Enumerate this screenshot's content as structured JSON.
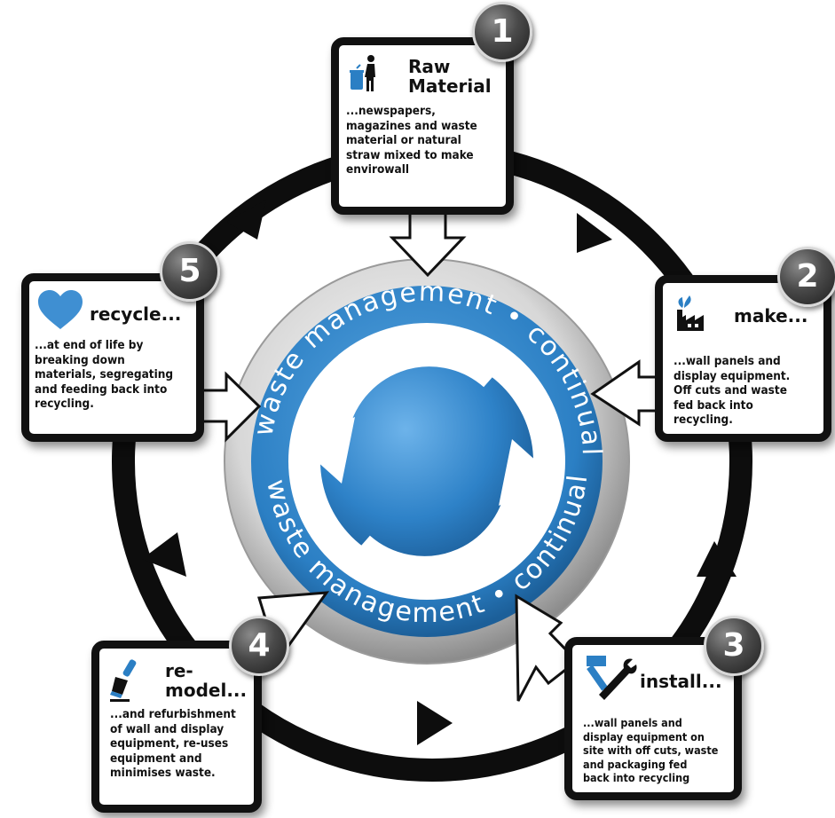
{
  "center": {
    "ring_text_top": "waste management • continual",
    "ring_text_bottom": "waste management • continual"
  },
  "steps": [
    {
      "number": "1",
      "title_line1": "Raw",
      "title_line2": "Material",
      "body": [
        "...newspapers,",
        "magazines and waste",
        "material or natural",
        "straw mixed to make",
        "envirowall"
      ]
    },
    {
      "number": "2",
      "title_line1": "make...",
      "title_line2": "",
      "body": [
        "...wall panels and",
        "display equipment.",
        "Off cuts and waste",
        "fed back into",
        "recycling."
      ]
    },
    {
      "number": "3",
      "title_line1": "install...",
      "title_line2": "",
      "body": [
        "...wall panels and",
        "display equipment on",
        "site with off cuts, waste",
        "and packaging fed",
        "back into recycling"
      ]
    },
    {
      "number": "4",
      "title_line1": "re-",
      "title_line2": "model...",
      "body": [
        "...and refurbishment",
        "of wall and display",
        "equipment, re-uses",
        "equipment and",
        "minimises waste."
      ]
    },
    {
      "number": "5",
      "title_line1": "recycle...",
      "title_line2": "",
      "body": [
        "...at end of life by",
        "breaking down",
        "materials, segregating",
        "and feeding back into",
        "recycling."
      ]
    }
  ],
  "icons": {
    "step1": "trash-bin-person-icon",
    "step2": "factory-plant-icon",
    "step3": "hammer-wrench-icon",
    "step4": "paint-brush-icon",
    "step5": "heart-icon"
  },
  "colors": {
    "ring_blue": "#2b7fc4",
    "heart_blue": "#3f8fd2",
    "card_border": "#111111",
    "cycle_ring": "#0d0d0d"
  }
}
